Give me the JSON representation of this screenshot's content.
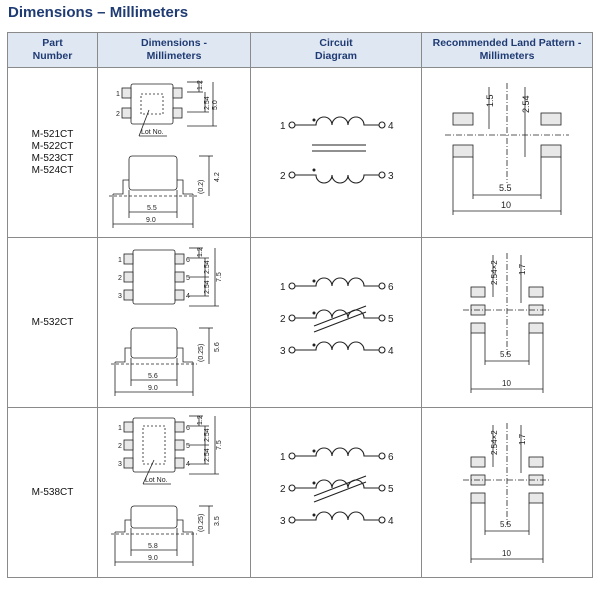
{
  "page_title": "Dimensions – Millimeters",
  "headers": {
    "part_number_1": "Part",
    "part_number_2": "Number",
    "dimensions_1": "Dimensions -",
    "dimensions_2": "Millimeters",
    "circuit_1": "Circuit",
    "circuit_2": "Diagram",
    "land_1": "Recommended Land Pattern -",
    "land_2": "Millimeters"
  },
  "rows": [
    {
      "part_numbers": [
        "M-521CT",
        "M-522CT",
        "M-523CT",
        "M-524CT"
      ],
      "dims": {
        "top1": "1.2",
        "top2": "2.54",
        "top3": "5.0",
        "lot": "Lot No.",
        "side_h": "4.2",
        "side_t": "(0.2)",
        "side_w1": "5.5",
        "side_w2": "9.0",
        "pins": [
          "1",
          "2"
        ]
      },
      "circuit": {
        "pins": [
          "1",
          "2",
          "3",
          "4"
        ]
      },
      "land": {
        "v1": "1.5",
        "v2": "2.54",
        "w1": "5.5",
        "w2": "10"
      }
    },
    {
      "part_numbers": [
        "M-532CT"
      ],
      "dims": {
        "top1": "1.2",
        "top2": "2.54",
        "top3": "7.5",
        "top4": "2.54",
        "side_h": "5.6",
        "side_t": "(0.25)",
        "side_w1": "5.6",
        "side_w2": "9.0",
        "pins": [
          "1",
          "2",
          "3",
          "6",
          "5",
          "4"
        ]
      },
      "circuit": {
        "pins": [
          "1",
          "2",
          "3",
          "6",
          "5",
          "4"
        ]
      },
      "land": {
        "v1": "2.54×2",
        "v2": "1.7",
        "w1": "5.5",
        "w2": "10"
      }
    },
    {
      "part_numbers": [
        "M-538CT"
      ],
      "dims": {
        "top1": "1.2",
        "top2": "2.54",
        "top3": "7.5",
        "top4": "2.54",
        "lot": "Lot No.",
        "side_h": "3.5",
        "side_t": "(0.25)",
        "side_w1": "5.8",
        "side_w2": "9.0",
        "pins": [
          "1",
          "2",
          "3",
          "6",
          "5",
          "4"
        ]
      },
      "circuit": {
        "pins": [
          "1",
          "2",
          "3",
          "6",
          "5",
          "4"
        ]
      },
      "land": {
        "v1": "2.54×2",
        "v2": "1.7",
        "w1": "5.5",
        "w2": "10"
      }
    }
  ]
}
